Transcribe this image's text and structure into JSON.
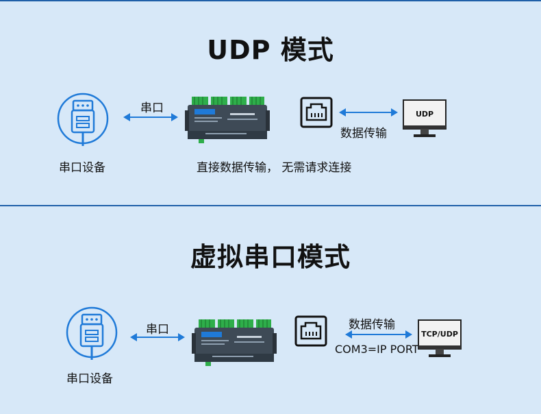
{
  "section1": {
    "title": "UDP 模式",
    "serial_link_label": "串口",
    "device_label": "串口设备",
    "caption": "直接数据传输，  无需请求连接",
    "net_link_label": "数据传输",
    "monitor_label": "UDP"
  },
  "section2": {
    "title": "虚拟串口模式",
    "serial_link_label": "串口",
    "device_label": "串口设备",
    "net_link_label": "数据传输",
    "port_map_label": "COM3=IP PORT",
    "monitor_label": "TCP/UDP"
  },
  "colors": {
    "background": "#d7e8f8",
    "accent_blue": "#1f7ad8",
    "rule": "#1f5fa8",
    "device_body": "#3e4a56",
    "terminal_green": "#2eae4a"
  },
  "icons": [
    "serial-port-icon",
    "ethernet-port-icon",
    "monitor-icon",
    "gateway-device-icon"
  ]
}
